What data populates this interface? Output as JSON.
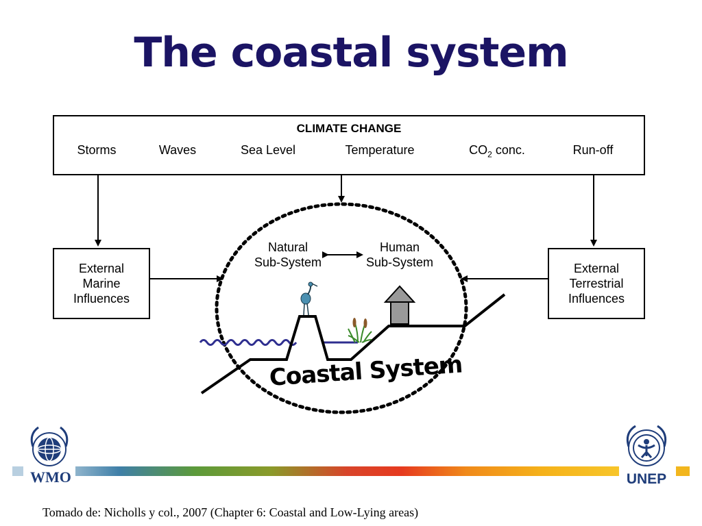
{
  "title": "The coastal system",
  "climate_box": {
    "heading": "CLIMATE CHANGE",
    "items": [
      "Storms",
      "Waves",
      "Sea Level",
      "Temperature",
      "CO2 conc.",
      "Run-off"
    ]
  },
  "left_box": {
    "label": "External\nMarine\nInfluences"
  },
  "right_box": {
    "label": "External\nTerrestrial\nInfluences"
  },
  "natural_subsystem": "Natural\nSub-System",
  "human_subsystem": "Human\nSub-System",
  "coastal_label": "Coastal System",
  "logos": {
    "left": "WMO",
    "right": "UNEP"
  },
  "footer": "Tomado de: Nicholls y col., 2007 (Chapter 6: Coastal and Low-Lying areas)",
  "colors": {
    "title": "#1b1464",
    "water": "#2e2e8f",
    "logo": "#1f3d7a"
  }
}
